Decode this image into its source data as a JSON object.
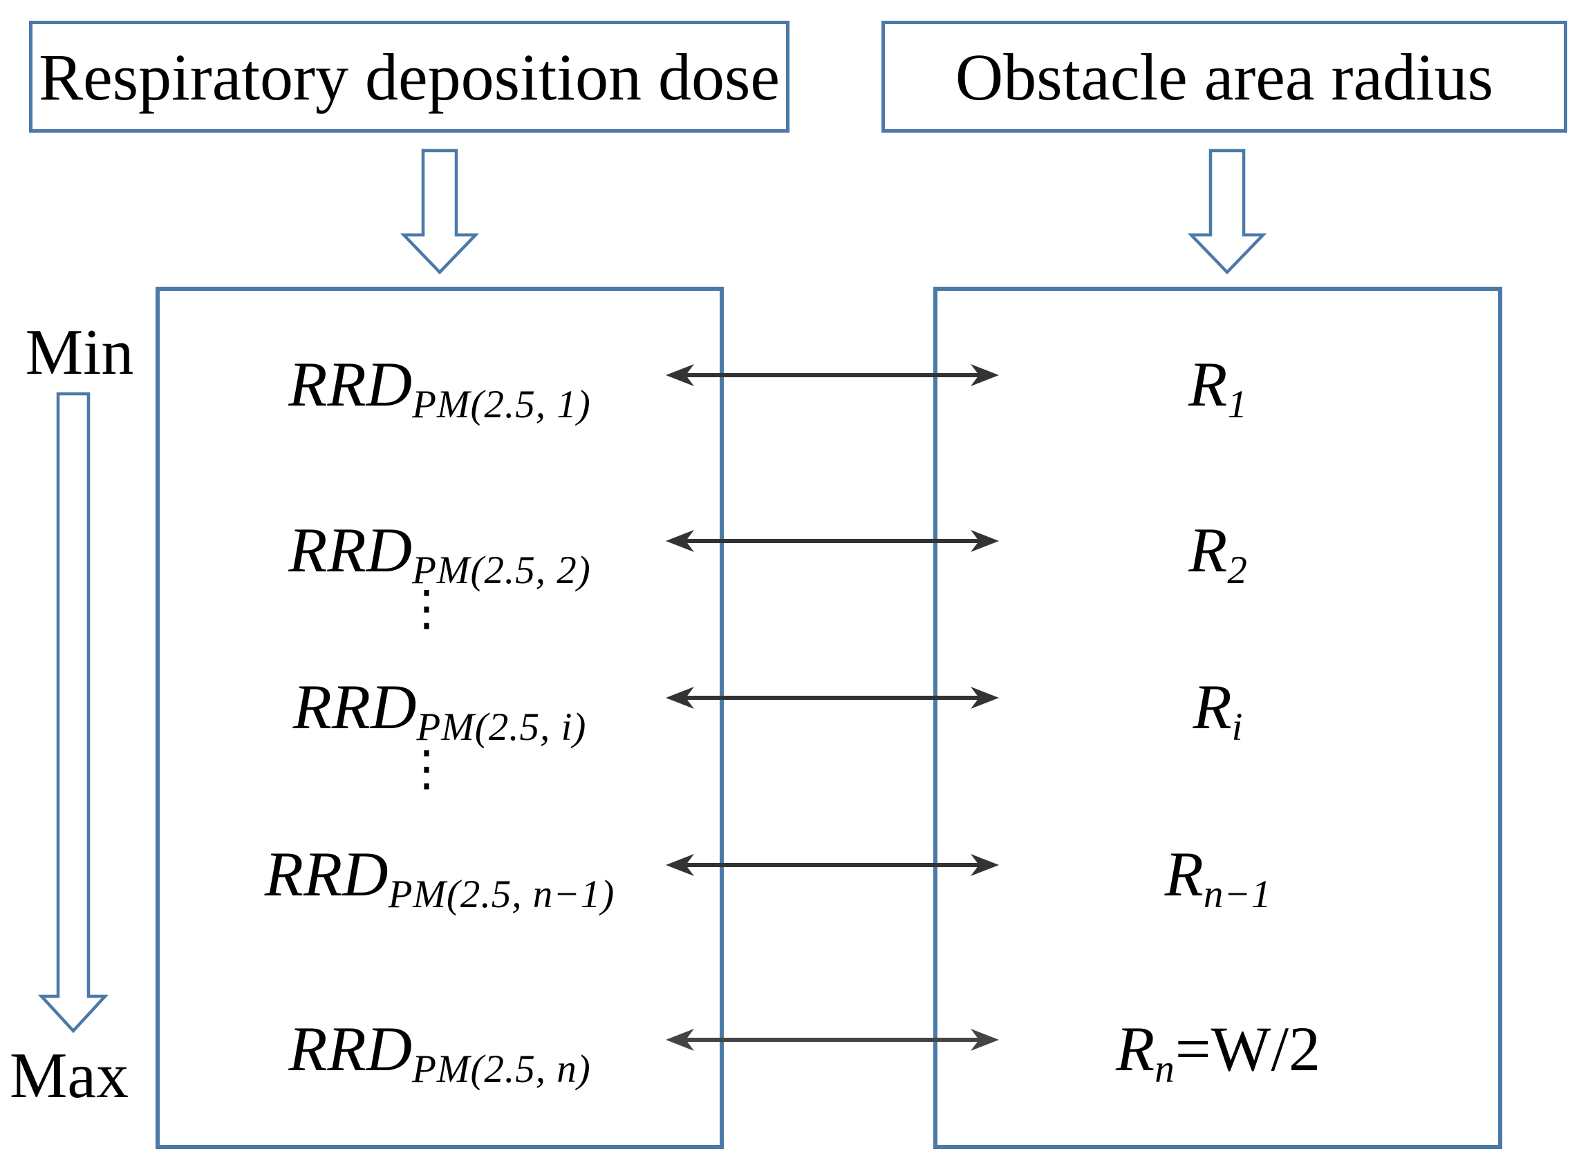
{
  "diagram": {
    "left_header": "Respiratory deposition dose",
    "right_header": "Obstacle area radius",
    "min_label": "Min",
    "max_label": "Max",
    "dots_glyph": "⋮",
    "rows": [
      {
        "left_main": "RRD",
        "left_sub": "PM(2.5, 1)",
        "right_main": "R",
        "right_sub": "1",
        "right_suffix": ""
      },
      {
        "left_main": "RRD",
        "left_sub": "PM(2.5, 2)",
        "right_main": "R",
        "right_sub": "2",
        "right_suffix": ""
      },
      {
        "left_main": "RRD",
        "left_sub": "PM(2.5, i)",
        "right_main": "R",
        "right_sub": "i",
        "right_suffix": ""
      },
      {
        "left_main": "RRD",
        "left_sub": "PM(2.5, n−1)",
        "right_main": "R",
        "right_sub": "n−1",
        "right_suffix": ""
      },
      {
        "left_main": "RRD",
        "left_sub": "PM(2.5, n)",
        "right_main": "R",
        "right_sub": "n",
        "right_suffix": "=W/2"
      }
    ],
    "colors": {
      "outline_blue": "#4b79a8",
      "arrow_dark": "#333333",
      "text": "#000000"
    }
  }
}
